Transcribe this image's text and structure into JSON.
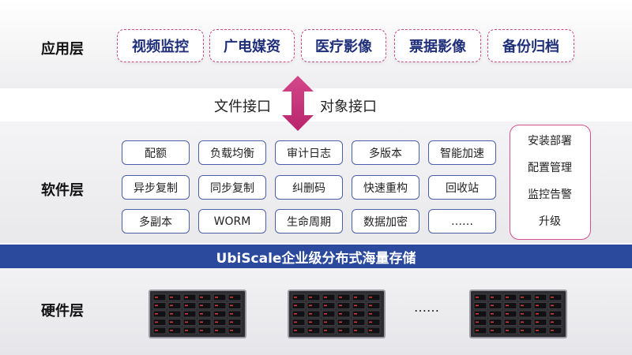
{
  "layers": {
    "application": "应用层",
    "software": "软件层",
    "hardware": "硬件层"
  },
  "applications": [
    "视频监控",
    "广电媒资",
    "医疗影像",
    "票据影像",
    "备份归档"
  ],
  "interfaces": {
    "file": "文件接口",
    "object": "对象接口"
  },
  "software_features": [
    [
      "配额",
      "负载均衡",
      "审计日志",
      "多版本",
      "智能加速"
    ],
    [
      "异步复制",
      "同步复制",
      "纠删码",
      "快速重构",
      "回收站"
    ],
    [
      "多副本",
      "WORM",
      "生命周期",
      "数据加密",
      "……"
    ]
  ],
  "management": [
    "安装部署",
    "配置管理",
    "监控告警",
    "升级"
  ],
  "banner": "UbiScale企业级分布式海量存储",
  "hardware_ellipsis": "……",
  "colors": {
    "brand_blue": "#2b4a9e",
    "app_text": "#1f2f7a",
    "accent_pink": "#c94a86",
    "box_border": "#4a5fa8"
  },
  "icons": [
    "double-arrow-icon",
    "server-icon"
  ]
}
